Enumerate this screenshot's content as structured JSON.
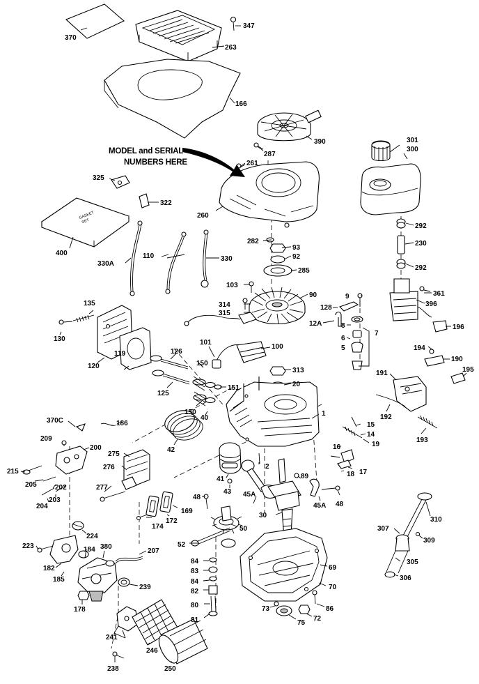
{
  "note": {
    "line1": "MODEL and SERIAL",
    "line2": "NUMBERS HERE"
  },
  "gasket_set": {
    "line1": "GASKET",
    "line2": "SET"
  },
  "labels": {
    "p370": "370",
    "p347": "347",
    "p263": "263",
    "p166": "166",
    "p390": "390",
    "p287": "287",
    "p301": "301",
    "p300": "300",
    "p325": "325",
    "p261": "261",
    "p322": "322",
    "p260": "260",
    "p400": "400",
    "p292a": "292",
    "p230": "230",
    "p292b": "292",
    "p282": "282",
    "p93": "93",
    "p92": "92",
    "p285": "285",
    "p330A": "330A",
    "p110": "110",
    "p330": "330",
    "p103": "103",
    "p90": "90",
    "p9": "9",
    "p361": "361",
    "p396": "396",
    "p128": "128",
    "p135": "135",
    "p314": "314",
    "p315": "315",
    "p12A": "12A",
    "p8": "8",
    "p7": "7",
    "p6": "6",
    "p5": "5",
    "p196a": "196",
    "p130": "130",
    "p120": "120",
    "p119": "119",
    "p101": "101",
    "p100": "100",
    "p126": "126",
    "p150a": "150",
    "p313": "313",
    "p20": "20",
    "p194": "194",
    "p190": "190",
    "p195": "195",
    "p191": "191",
    "p125": "125",
    "p151": "151",
    "p150b": "150",
    "p40": "40",
    "p1": "1",
    "p192": "192",
    "p193": "193",
    "p370C": "370C",
    "p186": "186",
    "p209": "209",
    "p200": "200",
    "p42": "42",
    "p15": "15",
    "p14": "14",
    "p19": "19",
    "p275": "275",
    "p16": "16",
    "p215": "215",
    "p205": "205",
    "p202": "202",
    "p276": "276",
    "p204": "204",
    "p203": "203",
    "p277": "277",
    "p41": "41",
    "p2": "2",
    "p17": "17",
    "p18": "18",
    "p43": "43",
    "p89": "89",
    "p48a": "48",
    "p45Aa": "45A",
    "p45Ab": "45A",
    "p48b": "48",
    "p30": "30",
    "p174": "174",
    "p172": "172",
    "p169": "169",
    "p224": "224",
    "p50": "50",
    "p310": "310",
    "p307": "307",
    "p309": "309",
    "p223": "223",
    "p380": "380",
    "p207": "207",
    "p52": "52",
    "p182": "182",
    "p184": "184",
    "p185": "185",
    "p84a": "84",
    "p69": "69",
    "p83": "83",
    "p84b": "84",
    "p70": "70",
    "p305": "305",
    "p239": "239",
    "p82": "82",
    "p306": "306",
    "p178": "178",
    "p80": "80",
    "p73": "73",
    "p86": "86",
    "p81": "81",
    "p72": "72",
    "p75": "75",
    "p241": "241",
    "p246": "246",
    "p238": "238",
    "p250": "250"
  },
  "colors": {
    "ink": "#000000",
    "paper": "#ffffff",
    "shade": "#bdbdbd"
  }
}
